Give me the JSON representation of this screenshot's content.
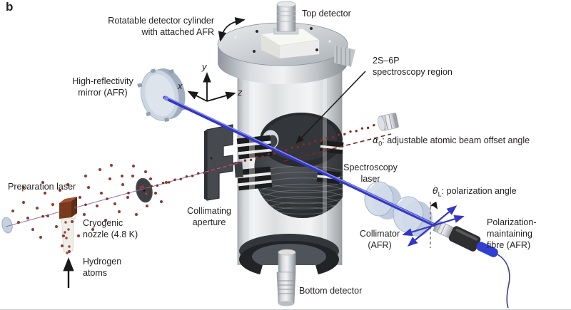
{
  "figure": {
    "panel_label": "b",
    "colors": {
      "laser_blue": "#3336c4",
      "atom_red": "#862d24",
      "text": "#231f20",
      "metal_grey": "#c9cdd1",
      "mesh_dark": "#2c2e31"
    },
    "labels": {
      "rotatable_line1": "Rotatable detector cylinder",
      "rotatable_line2": "with attached AFR",
      "top_detector": "Top detector",
      "mirror_line1": "High-reflectivity",
      "mirror_line2": "mirror (AFR)",
      "spec_region_line1": "2S–6P",
      "spec_region_line2": "spectroscopy region",
      "alpha_symbol": "α",
      "alpha_sub": "0",
      "alpha_rest": ": adjustable atomic beam offset angle",
      "spec_laser_line1": "Spectroscopy",
      "spec_laser_line2": "laser",
      "theta_symbol": "θ",
      "theta_sub": "L",
      "theta_rest": ": polarization angle",
      "collimator_line1": "Collimator",
      "collimator_line2": "(AFR)",
      "fibre_line1": "Polarization-",
      "fibre_line2": "maintaining",
      "fibre_line3": "fibre (AFR)",
      "bottom_detector": "Bottom detector",
      "preparation_laser": "Preparation laser",
      "cryo_line1": "Cryogenic",
      "cryo_line2": "nozzle (4.8 K)",
      "hydrogen_line1": "Hydrogen",
      "hydrogen_line2": "atoms",
      "collimating_line1": "Collimating",
      "collimating_line2": "aperture",
      "axis_x": "x",
      "axis_y": "y",
      "axis_z": "z"
    }
  }
}
